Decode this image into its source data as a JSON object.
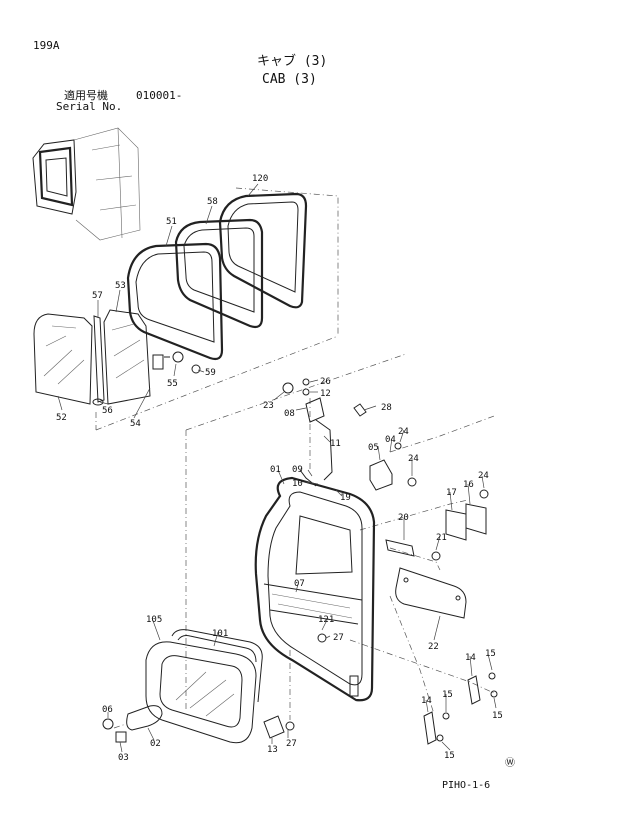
{
  "header": {
    "page_code": "199A",
    "title_jp": "キャブ (3)",
    "title_en": "CAB (3)",
    "serial_label_jp": "適用号機",
    "serial_value": "010001-",
    "serial_label_en": "Serial No."
  },
  "footer": {
    "drawing_code": "PIHO-1-6",
    "mark": "Ⓦ"
  },
  "callouts": [
    "120",
    "58",
    "51",
    "53",
    "57",
    "52",
    "56",
    "54",
    "55",
    "59",
    "26",
    "23",
    "12",
    "28",
    "08",
    "11",
    "24",
    "05",
    "04",
    "24",
    "09",
    "10",
    "01",
    "19",
    "24",
    "16",
    "17",
    "20",
    "21",
    "07",
    "22",
    "121",
    "27",
    "105",
    "101",
    "14",
    "15",
    "15",
    "15",
    "14",
    "15",
    "06",
    "02",
    "03",
    "13",
    "27"
  ]
}
